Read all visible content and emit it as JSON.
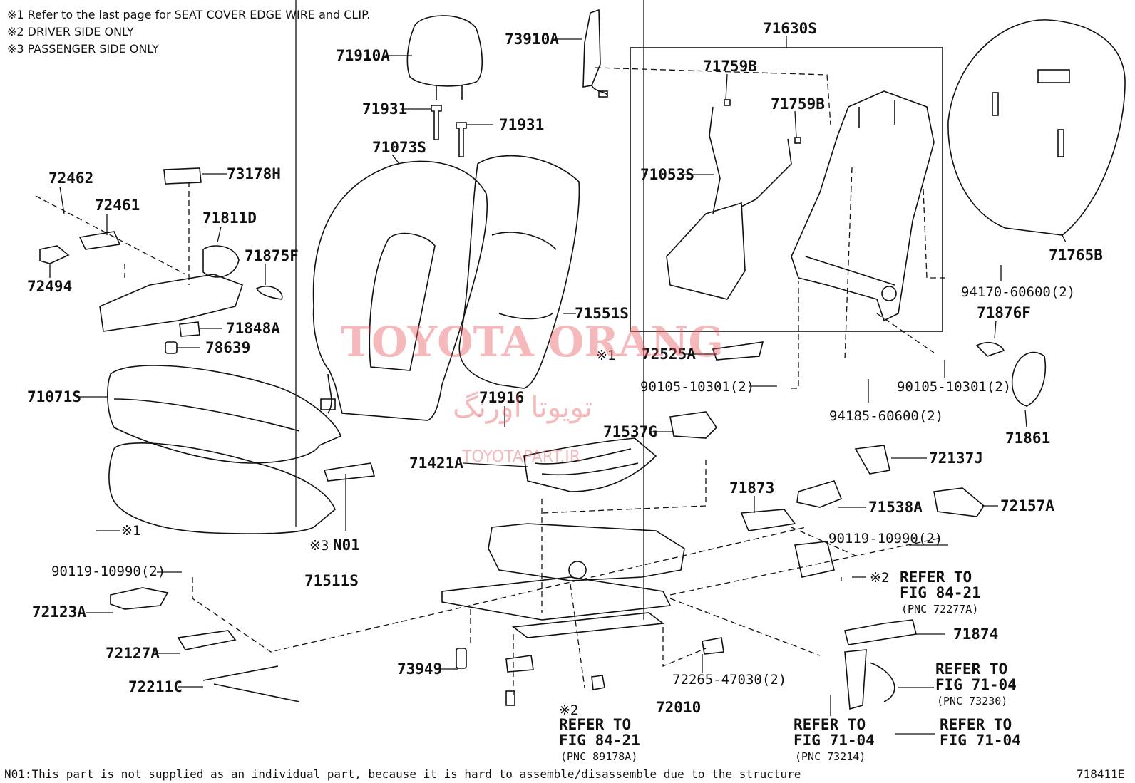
{
  "notes": [
    "※1  Refer to the last page for SEAT COVER EDGE WIRE and CLIP.",
    "※2  DRIVER SIDE ONLY",
    "※3  PASSENGER  SIDE ONLY"
  ],
  "parts": {
    "p71910A": "71910A",
    "p71931a": "71931",
    "p71931b": "71931",
    "p73910A": "73910A",
    "p71630S": "71630S",
    "p71759Ba": "71759B",
    "p71759Bb": "71759B",
    "p71053S": "71053S",
    "p71073S": "71073S",
    "p72462": "72462",
    "p72461": "72461",
    "p73178H": "73178H",
    "p71811D": "71811D",
    "p71875F": "71875F",
    "p72494": "72494",
    "p71848A": "71848A",
    "p78639": "78639",
    "p71551S": "71551S",
    "p71071S": "71071S",
    "p72525A": "72525A",
    "p71765B": "71765B",
    "p94170": "94170-60600(2)",
    "p71876F": "71876F",
    "p90105a": "90105-10301(2)",
    "p90105b": "90105-10301(2)",
    "p94185": "94185-60600(2)",
    "p71861": "71861",
    "p71916": "71916",
    "p71537G": "71537G",
    "p72137J": "72137J",
    "p71421A": "71421A",
    "p71873": "71873",
    "p71538A": "71538A",
    "p72157A": "72157A",
    "pN01": "N01",
    "p71511S": "71511S",
    "p90119a": "90119-10990(2)",
    "p90119b": "90119-10990(2)",
    "p72123A": "72123A",
    "p72127A": "72127A",
    "p72211C": "72211C",
    "p73949": "73949",
    "p72265": "72265-47030(2)",
    "p72010": "72010",
    "p71874": "71874"
  },
  "marks": {
    "m1a": "※1",
    "m1b": "※1",
    "m2a": "※2",
    "m2b": "※2",
    "m3": "※3"
  },
  "refs": {
    "r1": {
      "line1": "REFER TO",
      "line2": "FIG 84-21",
      "pnc": "(PNC 72277A)"
    },
    "r2": {
      "line1": "REFER TO",
      "line2": "FIG 71-04",
      "pnc": "(PNC 73230)"
    },
    "r3": {
      "line1": "REFER TO",
      "line2": "FIG 84-21",
      "pnc": "(PNC 89178A)"
    },
    "r4": {
      "line1": "REFER TO",
      "line2": "FIG 71-04",
      "pnc": "(PNC 73214)"
    },
    "r5": {
      "line1": "REFER TO",
      "line2": "FIG 71-04"
    }
  },
  "watermark": {
    "latin": "TOYOTA ORANG",
    "arabic": "تویوتا اورنگ",
    "url": "TOYOTAPART.IR"
  },
  "footer": {
    "note": "N01:This part is not supplied as an individual part, because it is hard to assemble/disassemble due to the structure",
    "figure_id": "718411E"
  }
}
